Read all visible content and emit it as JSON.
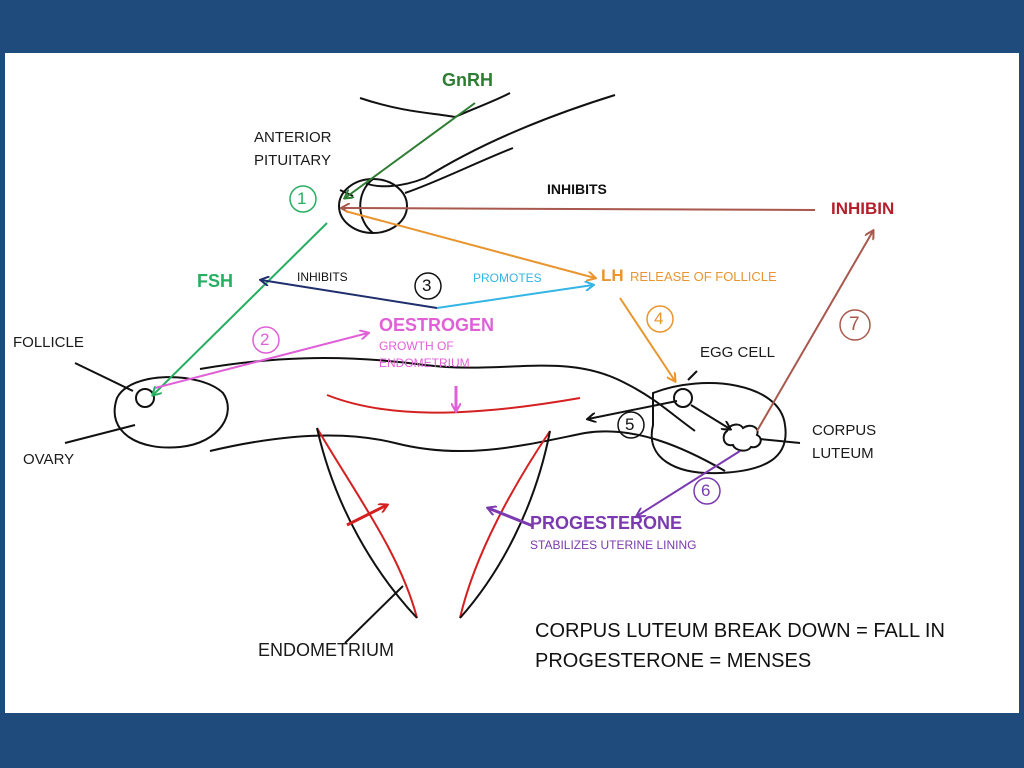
{
  "colors": {
    "frame": "#1f4a7c",
    "green_dark": "#2e7d32",
    "green": "#27ae60",
    "pink": "#e060d8",
    "navy": "#1f2f6e",
    "cyan": "#33b5e5",
    "orange": "#e8952e",
    "brown": "#a8584c",
    "crimson": "#b3202a",
    "purple": "#7b3ab0",
    "red_line": "#d42020"
  },
  "labels": {
    "gnrh": "GnRH",
    "anterior_pituitary_1": "ANTERIOR",
    "anterior_pituitary_2": "PITUITARY",
    "inhibits_top": "INHIBITS",
    "inhibin": "INHIBIN",
    "fsh": "FSH",
    "inhibits_mid": "INHIBITS",
    "promotes": "PROMOTES",
    "lh": "LH",
    "release_of_follicle": "RELEASE OF FOLLICLE",
    "oestrogen": "OESTROGEN",
    "oestrogen_sub_1": "GROWTH OF",
    "oestrogen_sub_2": "ENDOMETRIUM",
    "follicle": "FOLLICLE",
    "ovary": "OVARY",
    "egg_cell": "EGG CELL",
    "corpus_luteum_1": "CORPUS",
    "corpus_luteum_2": "LUTEUM",
    "progesterone": "PROGESTERONE",
    "progesterone_sub": "STABILIZES UTERINE LINING",
    "endometrium": "ENDOMETRIUM"
  },
  "steps": [
    "1",
    "2",
    "3",
    "4",
    "5",
    "6",
    "7"
  ],
  "footer": {
    "line1": "CORPUS LUTEUM BREAK DOWN = FALL IN",
    "line2": "PROGESTERONE = MENSES"
  }
}
